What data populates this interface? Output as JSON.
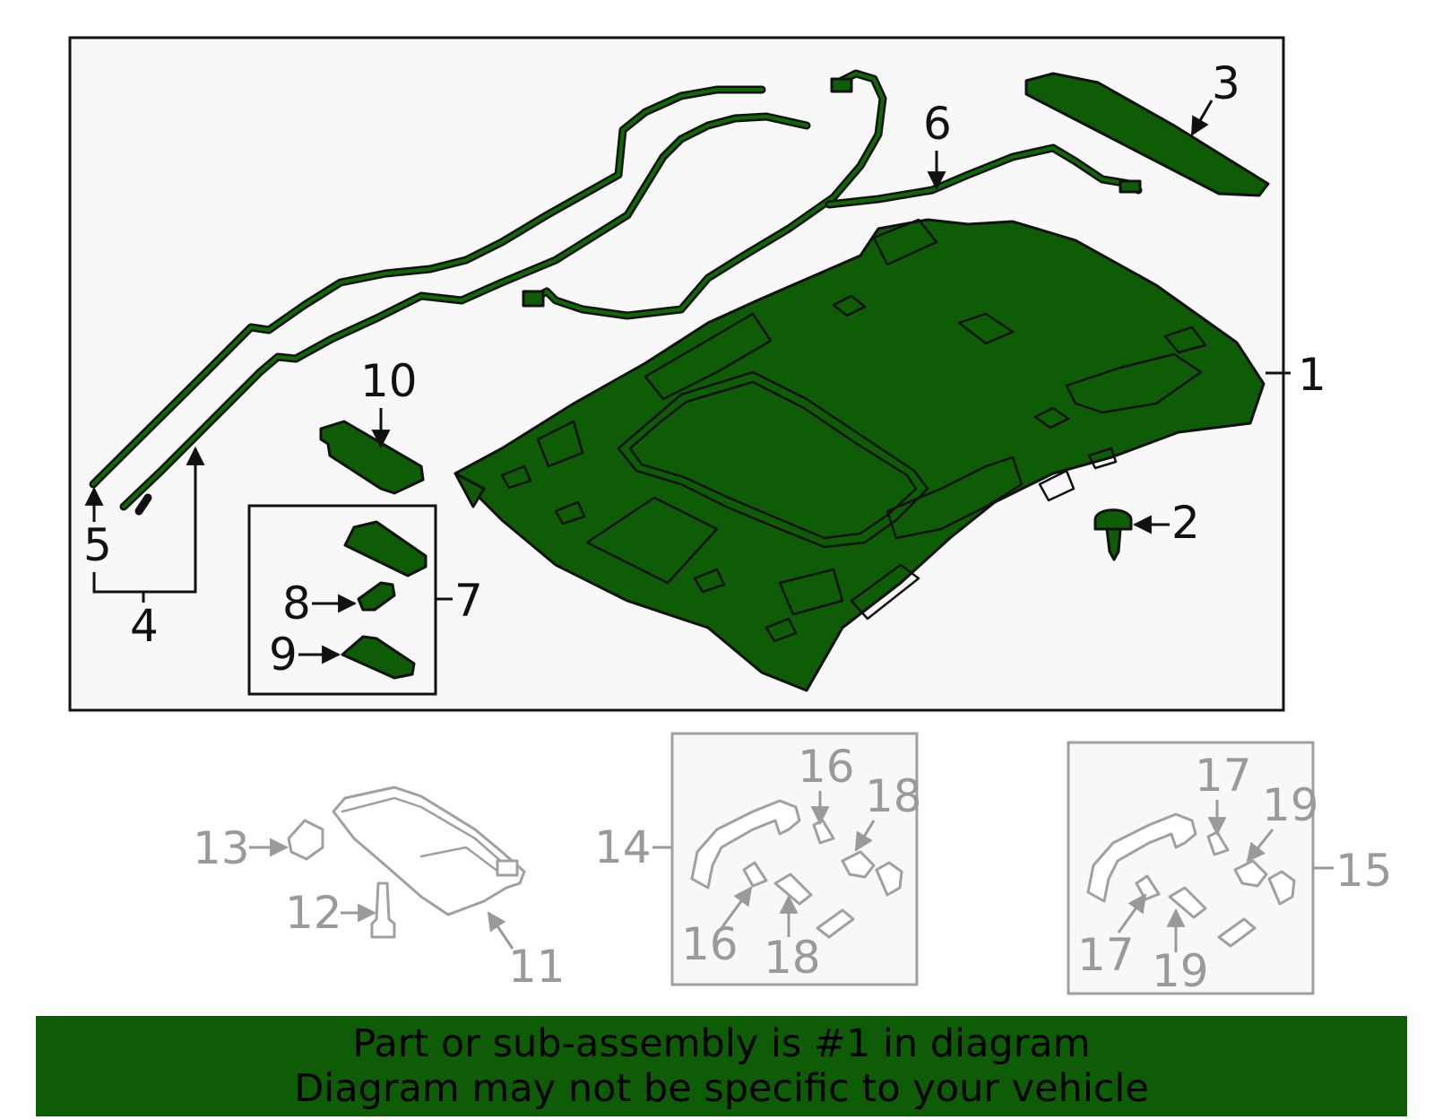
{
  "callouts": {
    "c1": "1",
    "c2": "2",
    "c3": "3",
    "c4": "4",
    "c5": "5",
    "c6": "6",
    "c7": "7",
    "c8": "8",
    "c9": "9",
    "c10": "10",
    "c11": "11",
    "c12": "12",
    "c13": "13",
    "c14": "14",
    "c15": "15",
    "c16a": "16",
    "c16b": "16",
    "c17a": "17",
    "c17b": "17",
    "c18a": "18",
    "c18b": "18",
    "c19a": "19",
    "c19b": "19"
  },
  "banner": {
    "line1": "Part or sub-assembly is #1 in diagram",
    "line2": "Diagram may not be specific to your vehicle"
  },
  "colors": {
    "highlight": "#0f5c06",
    "outline": "#111111",
    "ghost": "#a0a0a0",
    "panel": "#f8f8f8"
  }
}
